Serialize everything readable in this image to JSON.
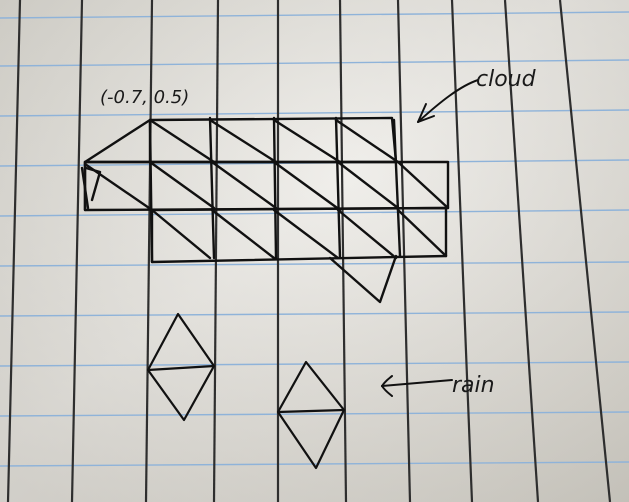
{
  "photo": {
    "subject": "Hand-drawn sketch on ruled notebook paper",
    "annotations": {
      "coordinate": "(-0.7, 0.5)",
      "cloud": "cloud",
      "rain": "rain"
    },
    "colors": {
      "paper": "#e9e7e1",
      "paper_shadow": "#c9c6bd",
      "rule_line_blue": "#8fb3d9",
      "vertical_line": "#3a3a3a",
      "ink": "#111111"
    }
  }
}
